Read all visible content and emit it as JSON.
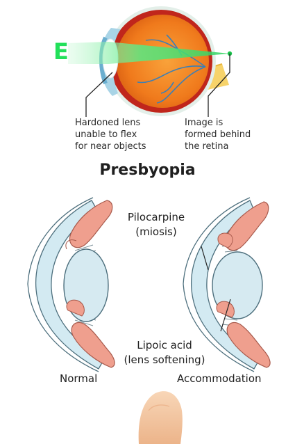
{
  "top_diagram": {
    "chart_letter": "E",
    "label_left": {
      "lines": [
        "Hardoned lens",
        "unable to flex",
        "for near objects"
      ]
    },
    "label_right": {
      "lines": [
        "Image is",
        "formed behind",
        "the retina"
      ]
    }
  },
  "title": "Presbyopia",
  "treatments": {
    "pilocarpine": {
      "line1": "Pilocarpine",
      "line2": "(miosis)"
    },
    "lipoic_acid": {
      "line1": "Lipoic acid",
      "line2": "(lens softening)"
    }
  },
  "captions": {
    "left": "Normal",
    "right": "Accommodation"
  },
  "colors": {
    "letter_green": "#22e05a",
    "beam_green": "#4de878",
    "sclera_orange": "#f07a1c",
    "retina_red": "#c0261c",
    "cornea_blue": "#cfe6ef",
    "lens_blue": "#d6eaf1",
    "muscle_pink": "#ef9f8e",
    "skin": "#f6c9a4"
  }
}
